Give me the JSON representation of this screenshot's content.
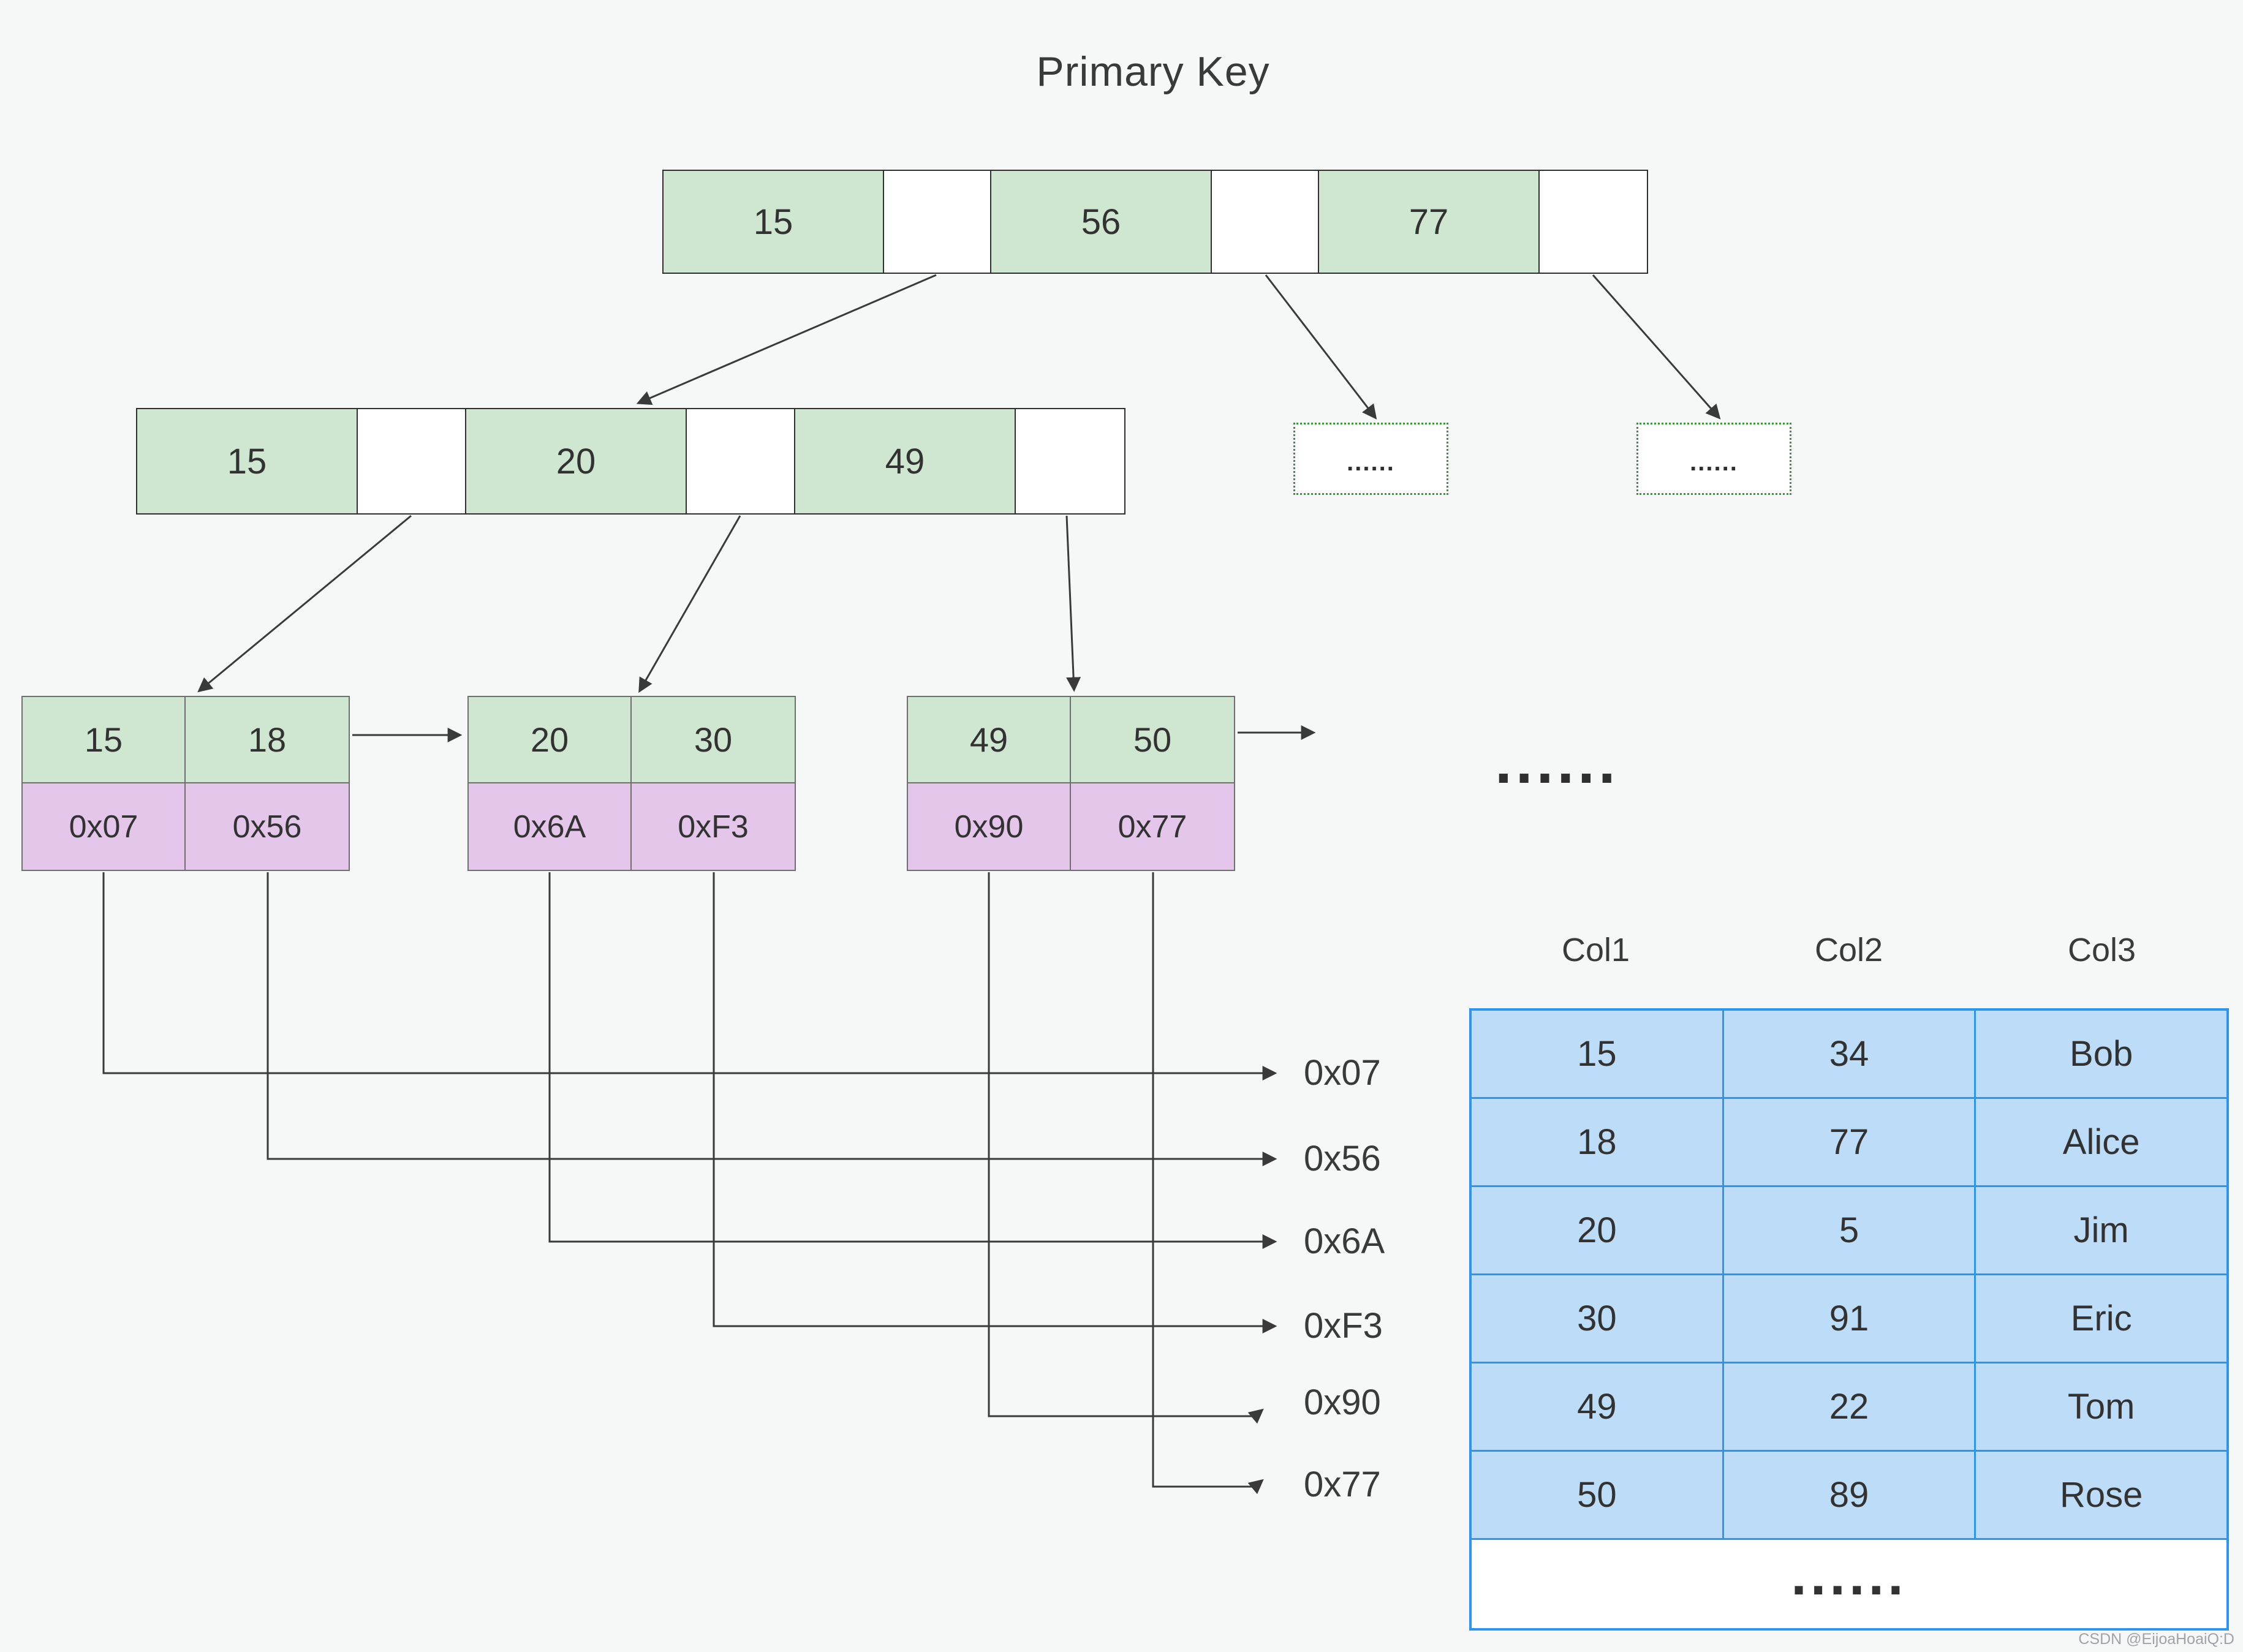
{
  "title": "Primary Key",
  "root_node": {
    "cells": [
      "15",
      "",
      "56",
      "",
      "77",
      ""
    ]
  },
  "internal_node": {
    "cells": [
      "15",
      "",
      "20",
      "",
      "49",
      ""
    ]
  },
  "dotted_boxes": [
    {
      "text": "......"
    },
    {
      "text": "......"
    }
  ],
  "leaf_nodes": [
    {
      "keys": [
        "15",
        "18"
      ],
      "pointers": [
        "0x07",
        "0x56"
      ]
    },
    {
      "keys": [
        "20",
        "30"
      ],
      "pointers": [
        "0x6A",
        "0xF3"
      ]
    },
    {
      "keys": [
        "49",
        "50"
      ],
      "pointers": [
        "0x90",
        "0x77"
      ]
    }
  ],
  "leaf_ellipsis": "......",
  "address_labels": [
    "0x07",
    "0x56",
    "0x6A",
    "0xF3",
    "0x90",
    "0x77"
  ],
  "data_table": {
    "headers": [
      "Col1",
      "Col2",
      "Col3"
    ],
    "rows": [
      [
        "15",
        "34",
        "Bob"
      ],
      [
        "18",
        "77",
        "Alice"
      ],
      [
        "20",
        "5",
        "Jim"
      ],
      [
        "30",
        "91",
        "Eric"
      ],
      [
        "49",
        "22",
        "Tom"
      ],
      [
        "50",
        "89",
        "Rose"
      ]
    ],
    "ellipsis": "......"
  },
  "watermark": "CSDN @EijoaHoaiQ:D",
  "colors": {
    "background": "#f6f7f7",
    "key_fill": "#cfe6d0",
    "pointer_fill": "#e3c6ea",
    "table_fill": "#bcdcf7",
    "table_border": "#2b95ef",
    "dotted_border": "#3f9142",
    "line": "#3a3a3a"
  }
}
